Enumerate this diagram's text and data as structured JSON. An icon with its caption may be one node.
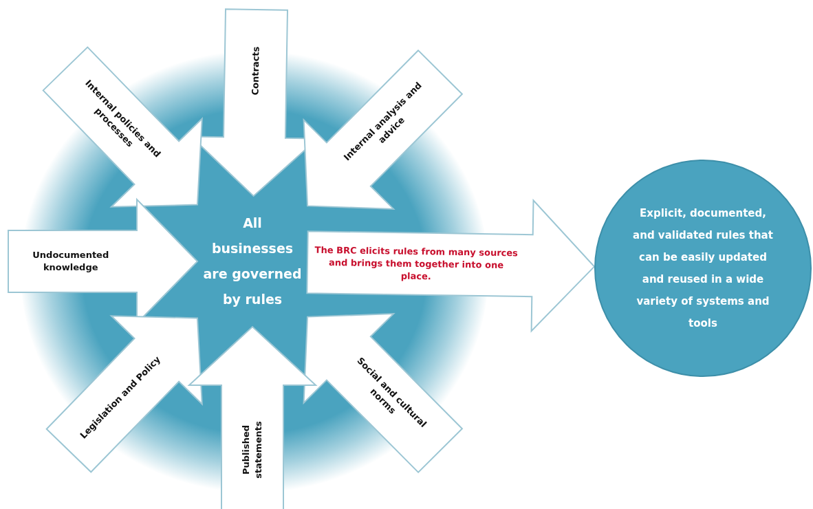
{
  "diagram": {
    "nodes": [
      {
        "text": [
          "All businesses are governed by rules"
        ]
      },
      {
        "text": [
          "Explicit, documented, and validated rules that can be easily updated and reused in a wide variety of systems and tools"
        ]
      }
    ],
    "edges": [
      {
        "from": null,
        "to": 0,
        "arrow": "to",
        "label": "Contracts"
      },
      {
        "from": null,
        "to": 0,
        "arrow": "to",
        "label": "Internal policies and processes"
      },
      {
        "from": null,
        "to": 0,
        "arrow": "to",
        "label": "Internal analysis and advice"
      },
      {
        "from": null,
        "to": 0,
        "arrow": "to",
        "label": "Undocumented knowledge"
      },
      {
        "from": 0,
        "to": 1,
        "arrow": "to",
        "label": "The BRC elicits rules from many sources and brings them together into one place."
      },
      {
        "from": null,
        "to": 0,
        "arrow": "to",
        "label": "Legislation and Policy"
      },
      {
        "from": null,
        "to": 0,
        "arrow": "to",
        "label": "Social and cultural norms"
      },
      {
        "from": null,
        "to": 0,
        "arrow": "to",
        "label": "Published statements"
      }
    ]
  }
}
